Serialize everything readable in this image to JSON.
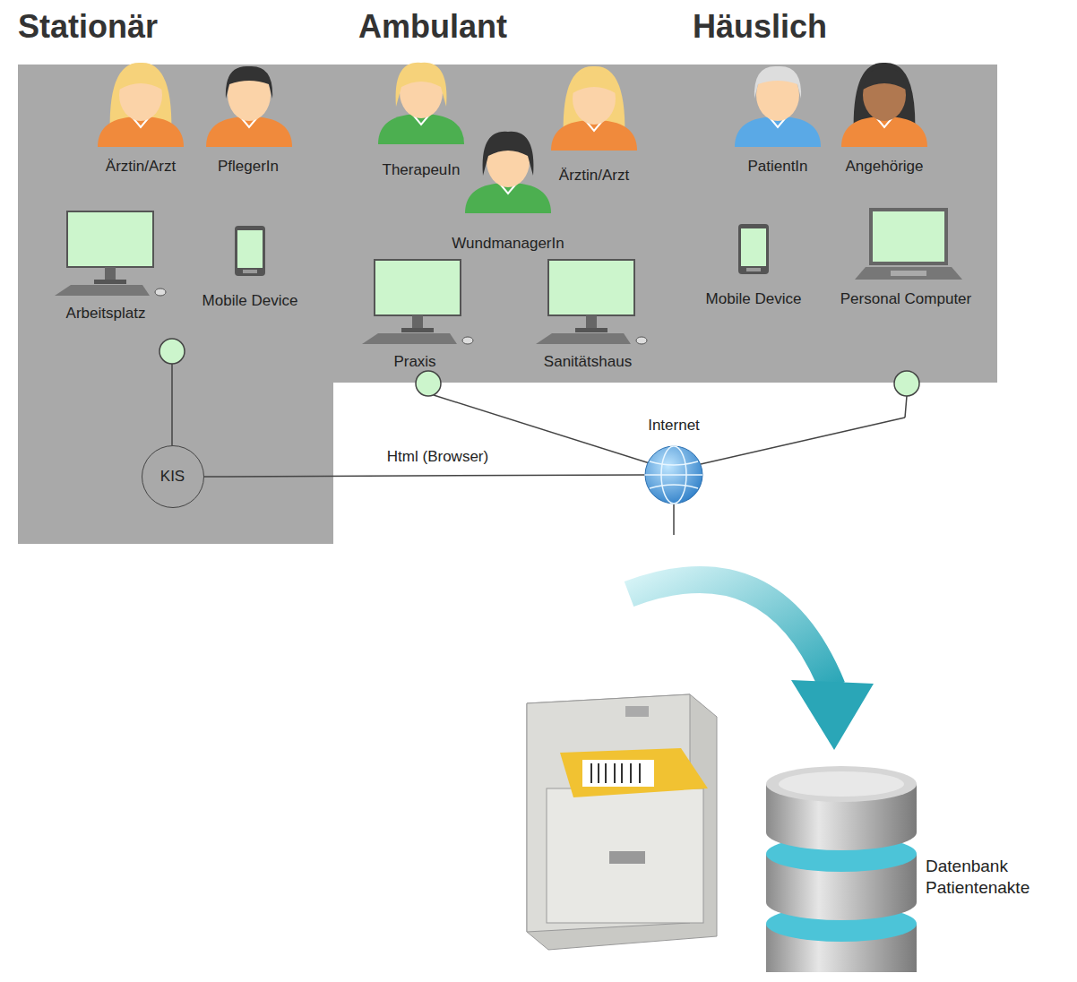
{
  "diagram": {
    "nodes": [
      {
        "text": [
          "KIS"
        ]
      },
      {
        "text": [
          "Internet"
        ]
      },
      {
        "text": [
          "Datenbank Patientenakte"
        ]
      }
    ],
    "edges": [
      {
        "from": 0,
        "to": 1,
        "label": "Html (Browser)",
        "arrow": "none"
      },
      {
        "from": 1,
        "to": 2,
        "arrow": "to"
      }
    ],
    "labels": [
      "Stationär",
      "Ambulant",
      "Häuslich",
      "Ärztin/Arzt",
      "PflegerIn",
      "TherapeuIn",
      "Ärztin/Arzt",
      "WundmanagerIn",
      "PatientIn",
      "Angehörige",
      "Arbeitsplatz",
      "Mobile Device",
      "Praxis",
      "Sanitätshaus",
      "Mobile Device",
      "Personal Computer"
    ]
  }
}
